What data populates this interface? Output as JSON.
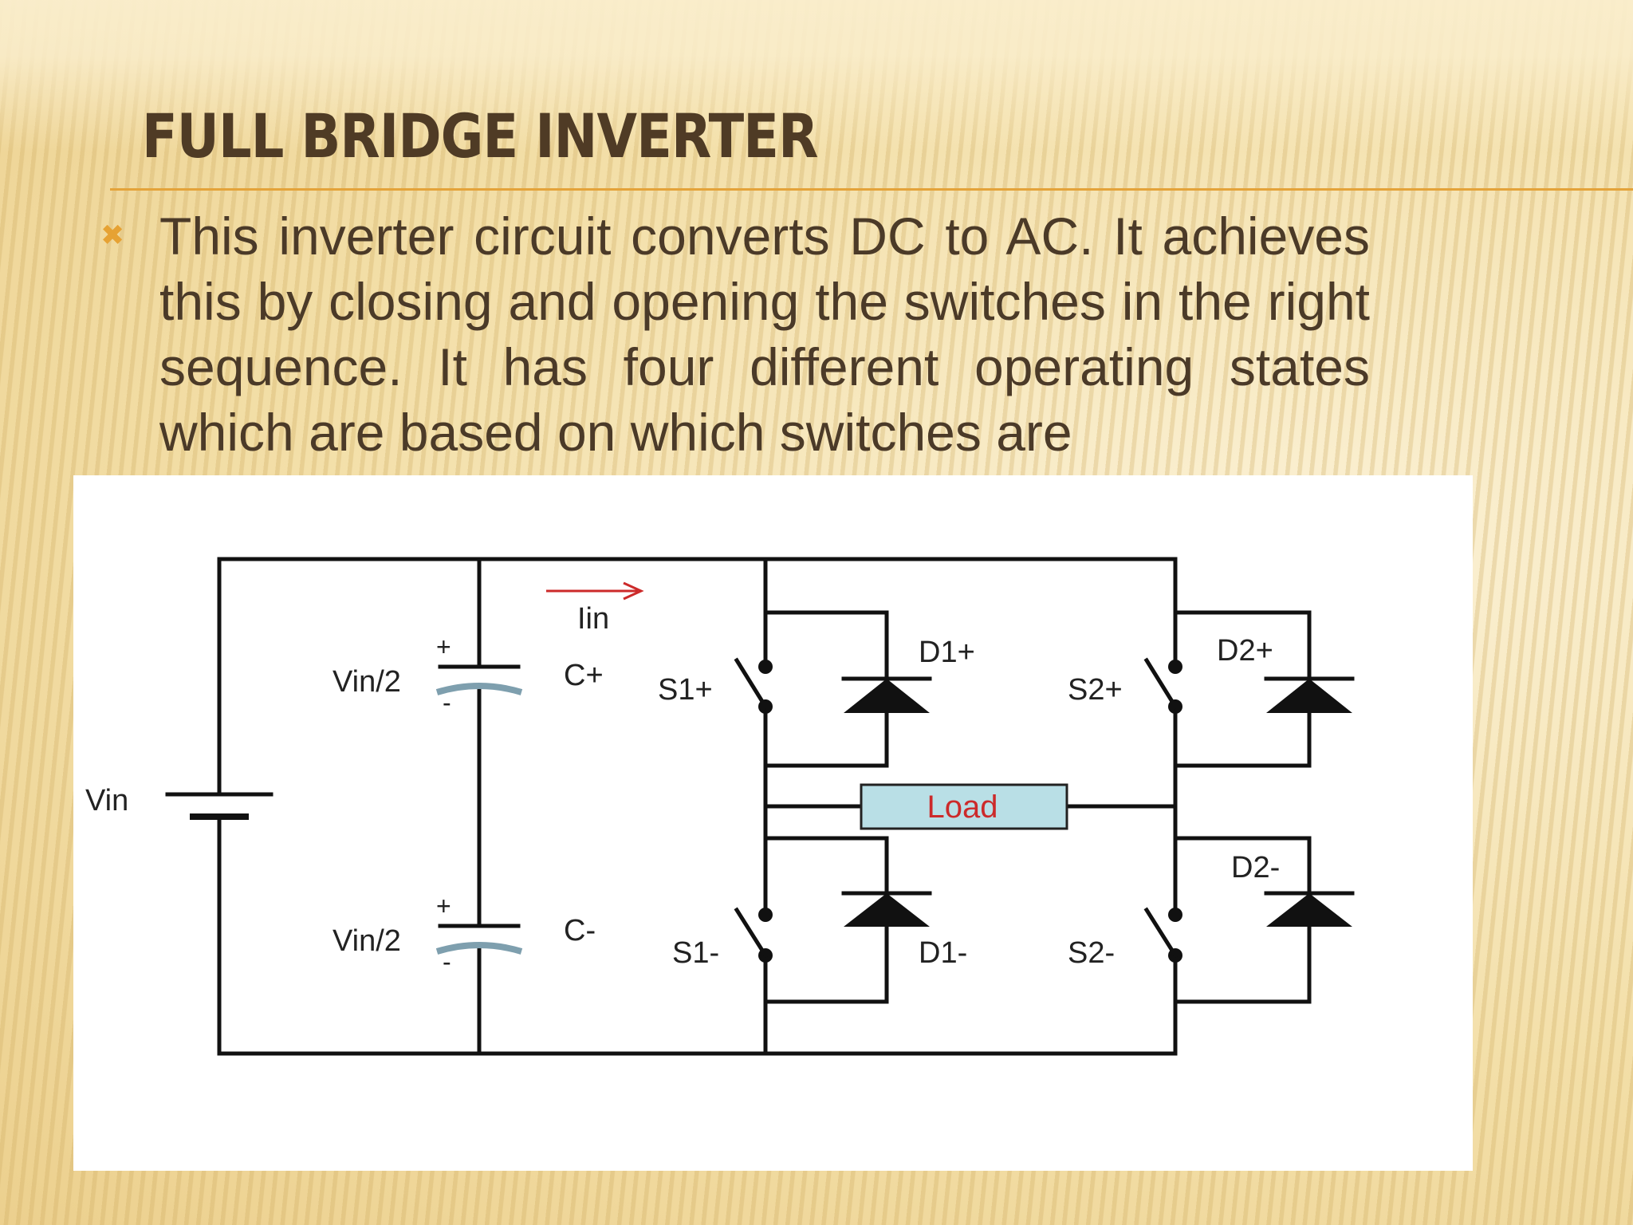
{
  "slide": {
    "title": "FULL BRIDGE INVERTER",
    "bullet_icon": "x-bullet-icon",
    "bullet_text": "This inverter circuit converts DC to AC. It achieves this by closing and opening the switches in the right sequence. It has four different operating states which are based on which switches are",
    "accent_color": "#e4a33a",
    "text_color": "#4b3a28"
  },
  "circuit": {
    "source_label": "Vin",
    "cap_top": {
      "voltage": "Vin/2",
      "name": "C+",
      "plus": "+",
      "minus": "-"
    },
    "cap_bottom": {
      "voltage": "Vin/2",
      "name": "C-",
      "plus": "+",
      "minus": "-"
    },
    "current_label": "Iin",
    "switches": {
      "s1p": "S1+",
      "s1m": "S1-",
      "s2p": "S2+",
      "s2m": "S2-"
    },
    "diodes": {
      "d1p": "D1+",
      "d1m": "D1-",
      "d2p": "D2+",
      "d2m": "D2-"
    },
    "load_label": "Load",
    "load_fill": "#b9dfe6",
    "load_text_color": "#cc2a2a",
    "arrow_color": "#cc2a2a"
  }
}
